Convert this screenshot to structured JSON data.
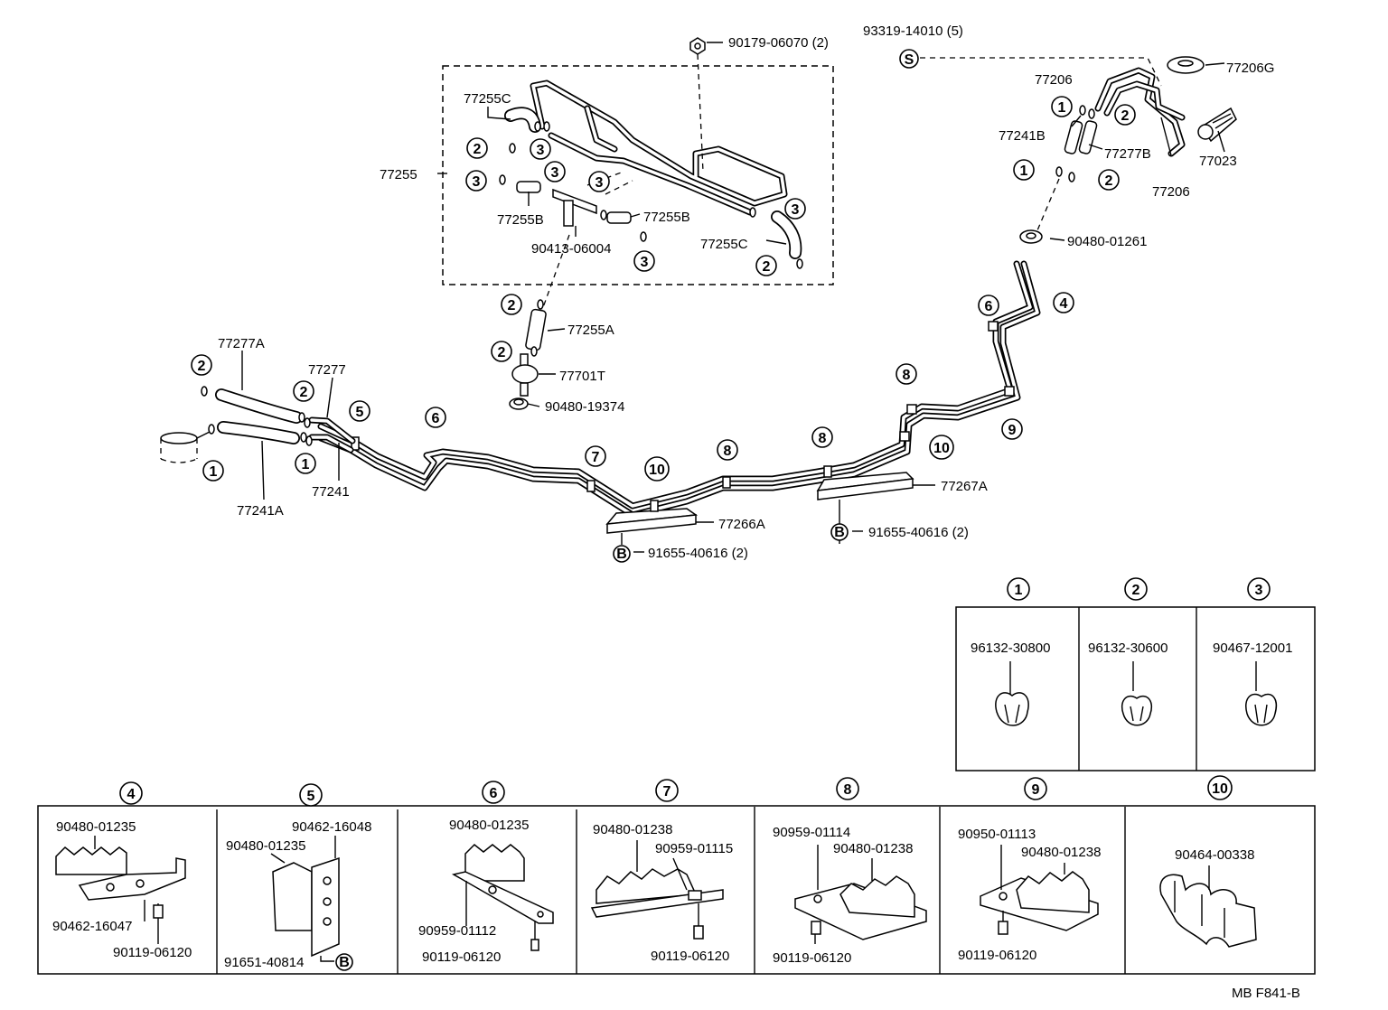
{
  "labels": {
    "p90179": "90179-06070 (2)",
    "p93319": "93319-14010 (5)",
    "p77206G": "77206G",
    "p77206_top": "77206",
    "p77241B": "77241B",
    "p77277B": "77277B",
    "p77023": "77023",
    "p77206_bot": "77206",
    "p90480_01261": "90480-01261",
    "p77255": "77255",
    "p77255C_top": "77255C",
    "p77255B_left": "77255B",
    "p77255B_right": "77255B",
    "p90413": "90413-06004",
    "p77255C_bot": "77255C",
    "p77255A": "77255A",
    "p77701T": "77701T",
    "p90480_19374": "90480-19374",
    "p77277A": "77277A",
    "p77277": "77277",
    "p77241": "77241",
    "p77241A": "77241A",
    "p77266A": "77266A",
    "p77267A": "77267A",
    "p91655_a": "91655-40616 (2)",
    "p91655_b": "91655-40616 (2)"
  },
  "callouts": {
    "c1": "1",
    "c2": "2",
    "c3": "3",
    "c4": "4",
    "c5": "5",
    "c6": "6",
    "c7": "7",
    "c8": "8",
    "c9": "9",
    "c10": "10",
    "s": "S",
    "b": "B"
  },
  "clamp_legend": [
    {
      "ref": "1",
      "part": "96132-30800"
    },
    {
      "ref": "2",
      "part": "96132-30600"
    },
    {
      "ref": "3",
      "part": "90467-12001"
    }
  ],
  "clamp_assemblies": [
    {
      "ref": "4",
      "parts": [
        "90480-01235",
        "90462-16047",
        "90119-06120"
      ]
    },
    {
      "ref": "5",
      "parts": [
        "90462-16048",
        "90480-01235",
        "91651-40814"
      ]
    },
    {
      "ref": "6",
      "parts": [
        "90480-01235",
        "90959-01112",
        "90119-06120"
      ]
    },
    {
      "ref": "7",
      "parts": [
        "90480-01238",
        "90959-01115",
        "90119-06120"
      ]
    },
    {
      "ref": "8",
      "parts": [
        "90959-01114",
        "90480-01238",
        "90119-06120"
      ]
    },
    {
      "ref": "9",
      "parts": [
        "90950-01113",
        "90480-01238",
        "90119-06120"
      ]
    },
    {
      "ref": "10",
      "parts": [
        "90464-00338"
      ]
    }
  ],
  "footer": {
    "code": "MB  F841-B"
  }
}
